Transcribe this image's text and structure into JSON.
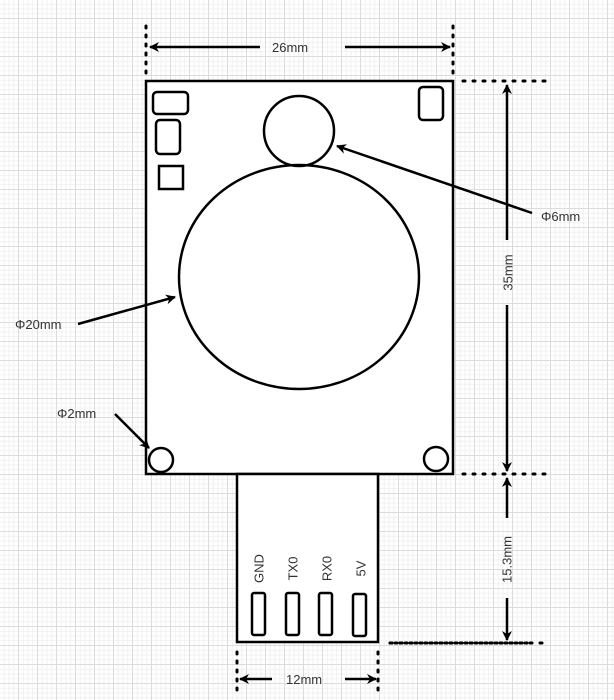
{
  "diagram": {
    "type": "mechanical-dimension-drawing",
    "colors": {
      "line": "#000000",
      "text": "#333333",
      "grid_major": "#dcdcdc",
      "grid_minor": "#f0f0f0"
    },
    "dimensions": {
      "width": "26mm",
      "height": "35mm",
      "connector_length": "15.3mm",
      "connector_width": "12mm"
    },
    "callouts": {
      "small_window": "Φ6mm",
      "large_window": "Φ20mm",
      "mount_hole": "Φ2mm"
    },
    "pins": [
      {
        "label": "GND"
      },
      {
        "label": "TX0"
      },
      {
        "label": "RX0"
      },
      {
        "label": "5V"
      }
    ]
  }
}
